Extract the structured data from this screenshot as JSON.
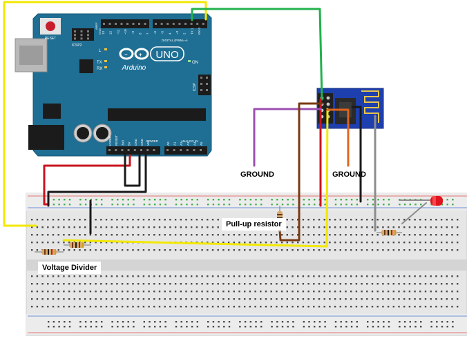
{
  "arduino": {
    "brand": "Arduino",
    "model": "UNO",
    "reset_label": "RESET",
    "icsp2_label": "ICSP2",
    "icsp_label": "ICSP",
    "l_label": "L",
    "tx_label": "TX",
    "rx_label": "RX",
    "on_label": "ON",
    "digital_label": "DIGITAL (PWM=~)",
    "power_label": "POWER",
    "analog_label": "ANALOG IN",
    "aref_label": "AREF",
    "gnd_label": "GND",
    "pin_labels_top": [
      "13",
      "12",
      "~11",
      "~10",
      "~9",
      "8",
      "7",
      "~6",
      "~5",
      "4",
      "~3",
      "2",
      "TX 1",
      "RX 0"
    ],
    "power_pins": [
      "IOREF",
      "RESET",
      "3V3",
      "5V",
      "GND",
      "GND",
      "VIN"
    ],
    "analog_pins": [
      "A0",
      "A1",
      "A2",
      "A3",
      "A4",
      "A5"
    ],
    "board_color": "#1f6e93"
  },
  "module": {
    "color": "#1e3fae"
  },
  "labels": {
    "ground_1": "GROUND",
    "ground_2": "GROUND",
    "pullup": "Pull-up resistor",
    "divider": "Voltage Divider"
  },
  "wire_colors": {
    "yellow": "#f2e800",
    "green": "#22b14c",
    "red": "#c8141e",
    "black": "#1a1a1a",
    "purple": "#9b4fb0",
    "brown": "#7a3a12",
    "orange": "#e0651b",
    "gray": "#8c8c8c"
  },
  "led_color": "#e0141e"
}
